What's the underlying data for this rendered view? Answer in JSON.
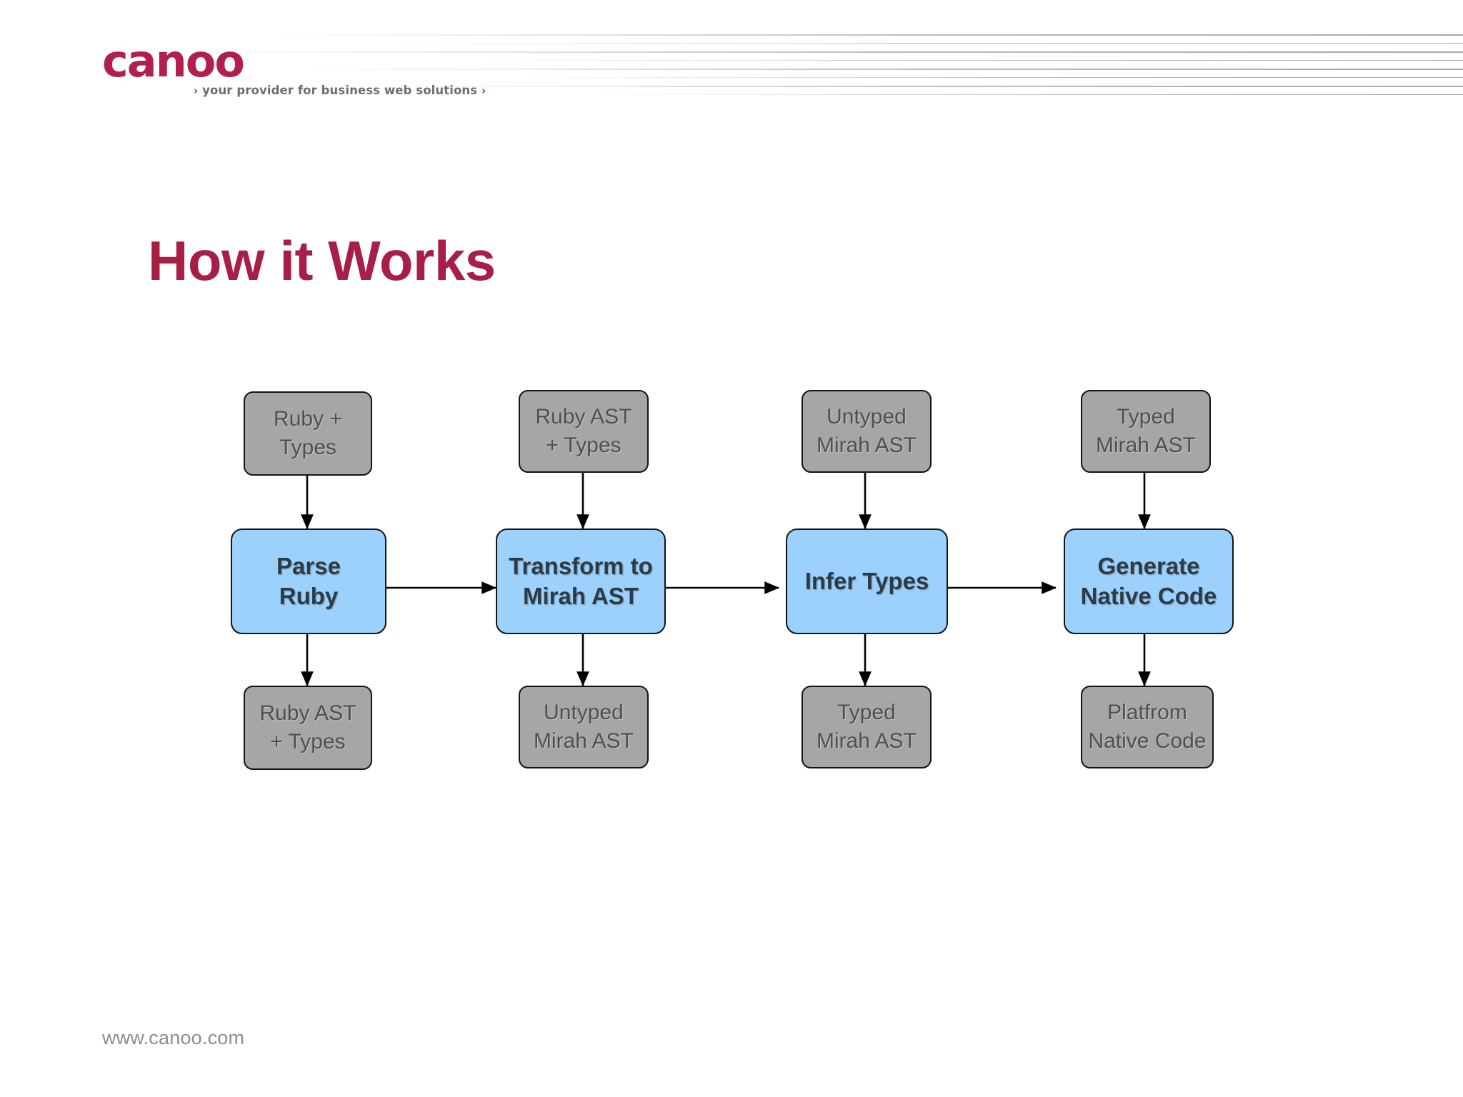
{
  "slide": {
    "title": "How it Works",
    "footer_url": "www.canoo.com",
    "title_color": "#a81f45"
  },
  "branding": {
    "logo_word": "canoo",
    "logo_tagline": "your provider for business web solutions",
    "tagline_chevron": "›",
    "brand_color": "#b0204a"
  },
  "diagram": {
    "type": "flowchart",
    "orientation": "left-to-right pipeline with vertical input/output",
    "colors": {
      "process_fill": "#9bd1fc",
      "data_fill": "#a6a6a6",
      "border": "#141414",
      "arrow": "#000000"
    },
    "stages": [
      {
        "id": "stage-1",
        "input": "Ruby +\nTypes",
        "process": "Parse\nRuby",
        "output": "Ruby AST\n+ Types"
      },
      {
        "id": "stage-2",
        "input": "Ruby AST\n+ Types",
        "process": "Transform to\nMirah AST",
        "output": "Untyped\nMirah AST"
      },
      {
        "id": "stage-3",
        "input": "Untyped\nMirah AST",
        "process": "Infer Types",
        "output": "Typed\nMirah AST"
      },
      {
        "id": "stage-4",
        "input": "Typed\nMirah AST",
        "process": "Generate\nNative Code",
        "output": "Platfrom\nNative Code"
      }
    ]
  }
}
